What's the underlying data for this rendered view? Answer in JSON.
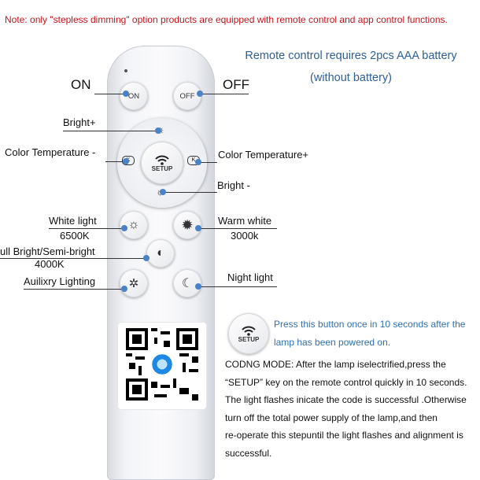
{
  "note": "Note: only \"stepless dimming\" option products are equipped with remote control and app control functions.",
  "battery": {
    "line1": "Remote control requires 2pcs AAA battery",
    "line2": "(without battery)"
  },
  "buttons": {
    "on": "ON",
    "off": "OFF",
    "setup": "SETUP"
  },
  "labels": {
    "on": "ON",
    "off": "OFF",
    "bright_plus": "Bright+",
    "color_temp_minus": "Color Temperature -",
    "color_temp_plus": "Color Temperature+",
    "bright_minus": "Bright -",
    "white_light": "White light",
    "white_light_k": "6500K",
    "warm_white": "Warm white",
    "warm_white_k": "3000k",
    "full_bright": "ull Bright/Semi-bright",
    "full_bright_k": "4000K",
    "auxiliary": "Auilixry Lighting",
    "night_light": "Night light"
  },
  "press_text": {
    "line1": "Press this button once in 10 seconds after the",
    "line2": "lamp has been powered on."
  },
  "coding_text": [
    "CODNG MODE:   After the lamp iselectrified,press the",
    "“SETUP” key on the remote control quickly in 10 seconds.",
    "The light flashes  inicate the code is successful .Otherwise",
    "turn off the total power supply of the lamp,and then",
    "re-operate this stepuntil the light flashes and alignment is",
    "successful."
  ],
  "colors": {
    "note_red": "#c0141c",
    "accent_blue": "#2f5f93",
    "dot_blue": "#4a82c8"
  }
}
